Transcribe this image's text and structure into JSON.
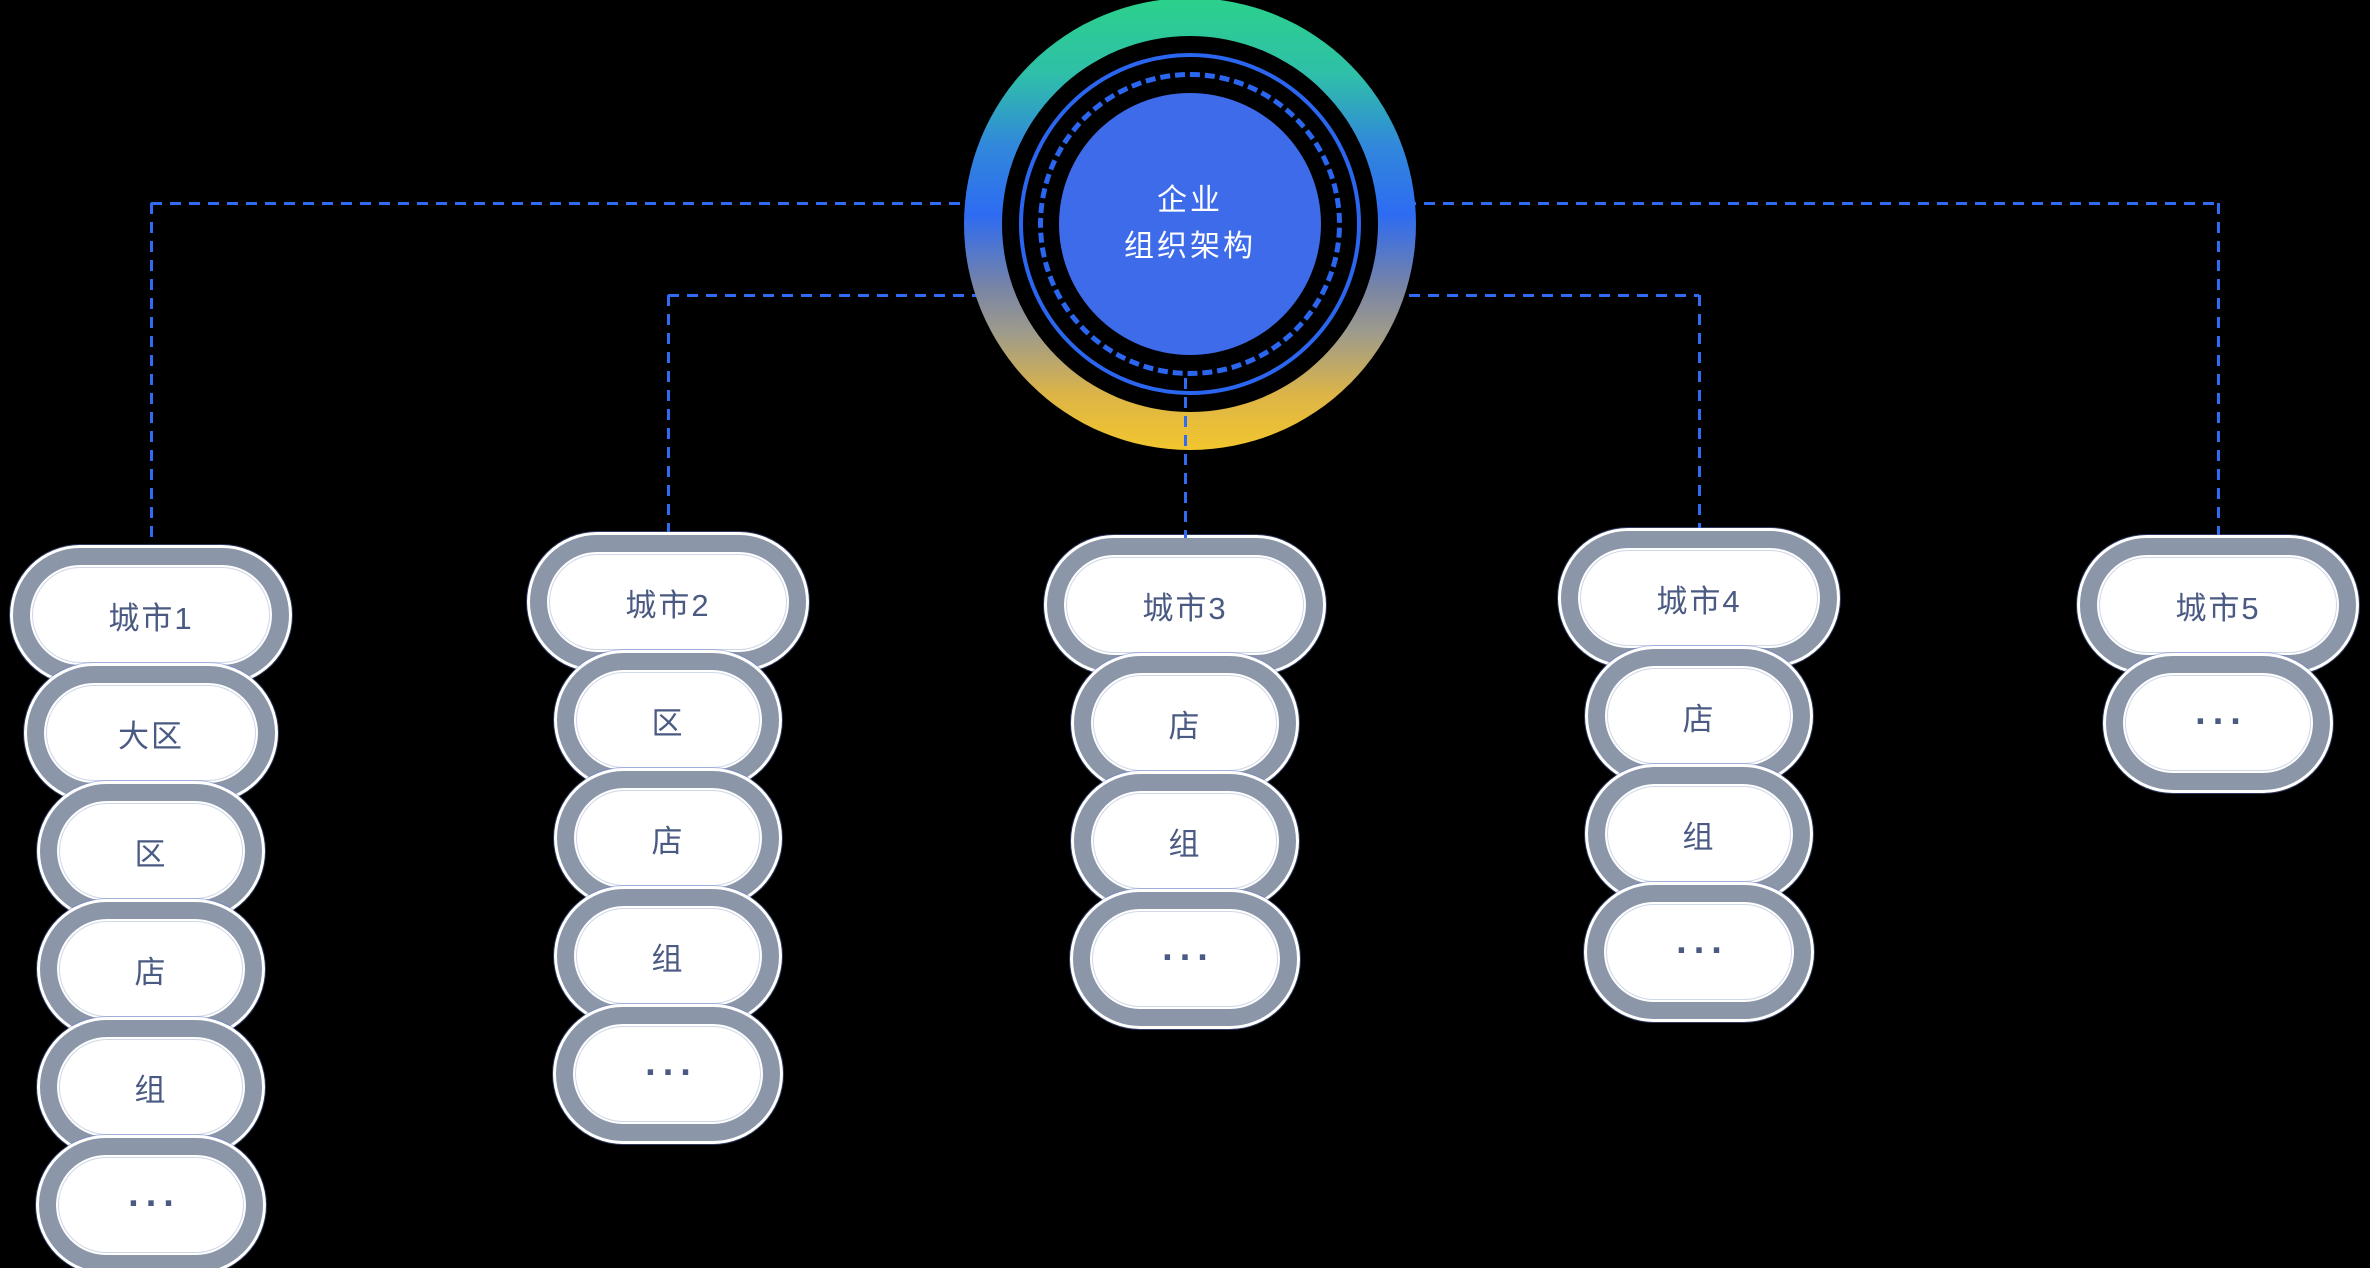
{
  "diagram": {
    "center": {
      "line1": "企业",
      "line2": "组织架构"
    },
    "columns": [
      {
        "label": "城市1",
        "children": [
          "大区",
          "区",
          "店",
          "组",
          "..."
        ]
      },
      {
        "label": "城市2",
        "children": [
          "区",
          "店",
          "组",
          "..."
        ]
      },
      {
        "label": "城市3",
        "children": [
          "店",
          "组",
          "..."
        ]
      },
      {
        "label": "城市4",
        "children": [
          "店",
          "组",
          "..."
        ]
      },
      {
        "label": "城市5",
        "children": [
          "..."
        ]
      }
    ]
  },
  "colors": {
    "background": "#000000",
    "connector": "#2F6BF3",
    "hub_disc": "#3D6BE9",
    "hub_ring": "#2B66F0",
    "hub_gradient_top": "#2BD18B",
    "hub_gradient_middle": "#2E6BF2",
    "hub_gradient_bottom": "#F2C62E",
    "pill_ring": "#8C96A9",
    "pill_fill": "#FFFFFF",
    "pill_text": "#4A5A82"
  }
}
